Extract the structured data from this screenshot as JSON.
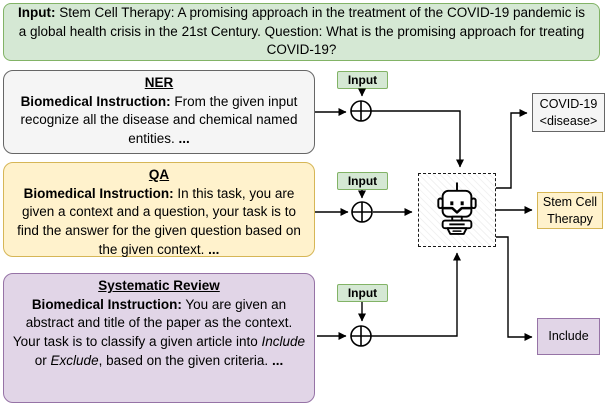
{
  "top_box": {
    "label": "Input:",
    "text": " Stem Cell Therapy: A promising approach in the treatment of the COVID-19 pandemic is a global health crisis in the 21st Century. Question: What is the promising approach for treating COVID-19?"
  },
  "badges": {
    "input": "Input"
  },
  "tasks": {
    "ner": {
      "title": "NER",
      "label": "Biomedical Instruction:",
      "text": " From the given input recognize all the disease and chemical named entities. ",
      "ellipsis": "..."
    },
    "qa": {
      "title": "QA",
      "label": "Biomedical Instruction:",
      "text": " In this task, you are given a context and a question, your task is to find the answer for the given question based on the given context. ",
      "ellipsis": "..."
    },
    "sr": {
      "title": "Systematic Review",
      "label": "Biomedical Instruction:",
      "t1": " You are given an abstract and title of the paper as the context. Your task is to classify a given article into ",
      "i1": "Include",
      "t2": " or ",
      "i2": "Exclude",
      "t3": ", based on the given criteria. ",
      "ellipsis": "..."
    }
  },
  "model": {
    "icon": "robot-icon"
  },
  "outputs": {
    "ner": {
      "line1": "COVID-19",
      "line2": "<disease>"
    },
    "qa": {
      "text": "Stem Cell Therapy"
    },
    "sr": {
      "text": "Include"
    }
  },
  "colors": {
    "green_fill": "#d5e8d4",
    "green_border": "#82b366",
    "gray_fill": "#f5f5f5",
    "gray_border": "#666666",
    "yellow_fill": "#fff2cc",
    "yellow_border": "#d6b656",
    "purple_fill": "#e1d5e7",
    "purple_border": "#9673a6",
    "line": "#000000"
  }
}
